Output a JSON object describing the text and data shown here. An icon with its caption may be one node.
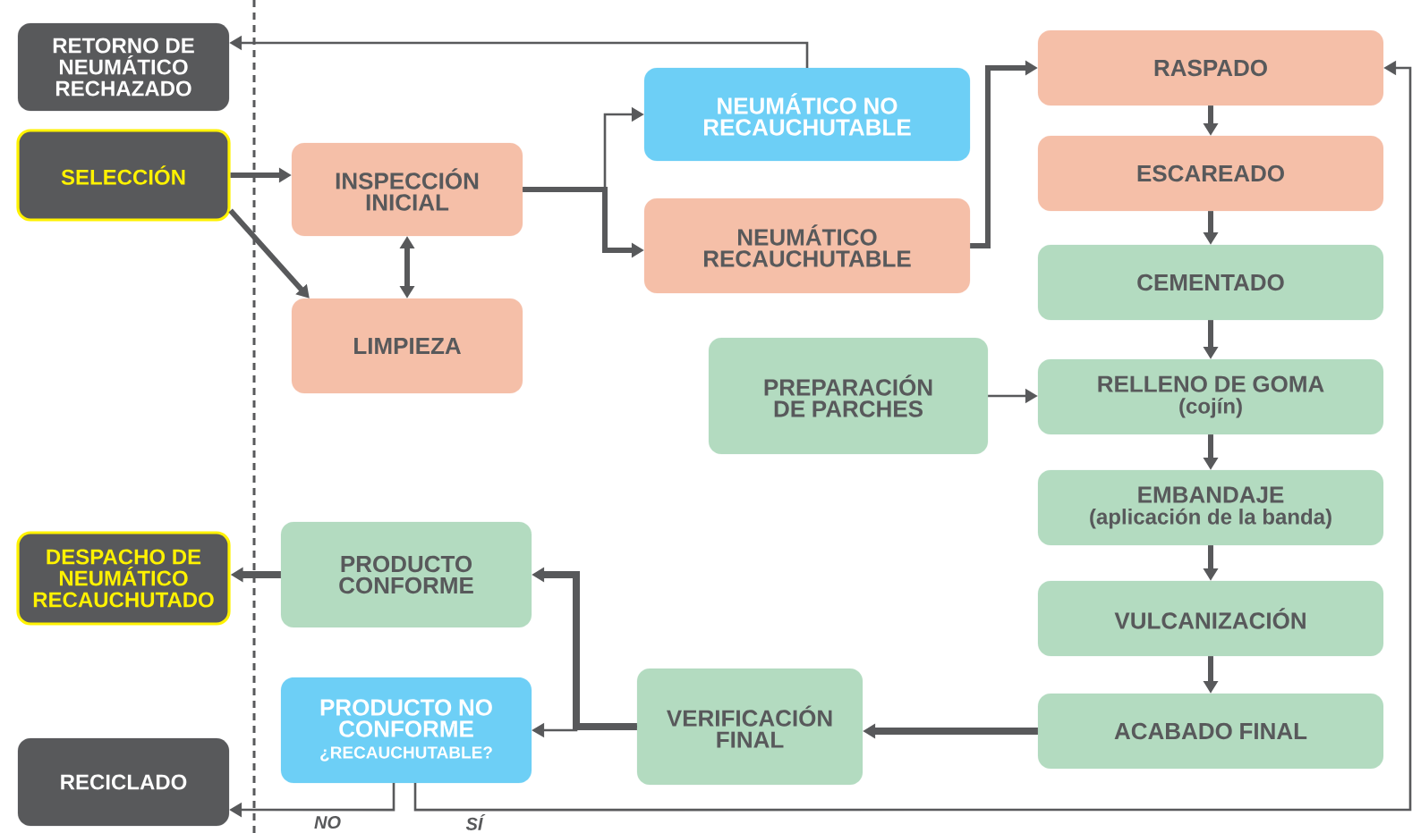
{
  "diagram": {
    "nodes": [
      {
        "text": [
          "RETORNO DE NEUMÁTICO RECHAZADO"
        ]
      },
      {
        "text": [
          "SELECCIÓN"
        ]
      },
      {
        "text": [
          "INSPECCIÓN INICIAL"
        ]
      },
      {
        "text": [
          "LIMPIEZA"
        ]
      },
      {
        "text": [
          "NEUMÁTICO NO RECAUCHUTABLE"
        ]
      },
      {
        "text": [
          "NEUMÁTICO RECAUCHUTABLE"
        ]
      },
      {
        "text": [
          "RASPADO"
        ]
      },
      {
        "text": [
          "ESCAREADO"
        ]
      },
      {
        "text": [
          "CEMENTADO"
        ]
      },
      {
        "text": [
          "PREPARACIÓN DE PARCHES"
        ]
      },
      {
        "text": [
          "RELLENO DE GOMA",
          "(cojín)"
        ]
      },
      {
        "text": [
          "EMBANDAJE",
          "(aplicación de la banda)"
        ]
      },
      {
        "text": [
          "VULCANIZACIÓN"
        ]
      },
      {
        "text": [
          "ACABADO FINAL"
        ]
      },
      {
        "text": [
          "VERIFICACIÓN FINAL"
        ]
      },
      {
        "text": [
          "PRODUCTO CONFORME"
        ]
      },
      {
        "text": [
          "PRODUCTO NO CONFORME",
          "¿RECAUCHUTABLE?"
        ]
      },
      {
        "text": [
          "DESPACHO DE NEUMÁTICO RECAUCHUTADO"
        ]
      },
      {
        "text": [
          "RECICLADO"
        ]
      }
    ],
    "edges": [
      {
        "from": 1,
        "to": 2,
        "arrow": "to"
      },
      {
        "from": 1,
        "to": 3,
        "arrow": "to"
      },
      {
        "from": 2,
        "to": 3,
        "arrow": "both"
      },
      {
        "from": 2,
        "to": 4,
        "arrow": "to"
      },
      {
        "from": 2,
        "to": 5,
        "arrow": "to"
      },
      {
        "from": 4,
        "to": 0,
        "arrow": "to"
      },
      {
        "from": 5,
        "to": 6,
        "arrow": "to"
      },
      {
        "from": 6,
        "to": 7,
        "arrow": "to"
      },
      {
        "from": 7,
        "to": 8,
        "arrow": "to"
      },
      {
        "from": 8,
        "to": 10,
        "arrow": "to"
      },
      {
        "from": 9,
        "to": 10,
        "arrow": "to"
      },
      {
        "from": 10,
        "to": 11,
        "arrow": "to"
      },
      {
        "from": 11,
        "to": 12,
        "arrow": "to"
      },
      {
        "from": 12,
        "to": 13,
        "arrow": "to"
      },
      {
        "from": 13,
        "to": 14,
        "arrow": "to"
      },
      {
        "from": 14,
        "to": 15,
        "arrow": "to"
      },
      {
        "from": 14,
        "to": 16,
        "arrow": "to"
      },
      {
        "from": 15,
        "to": 17,
        "arrow": "to"
      },
      {
        "from": 16,
        "to": 18,
        "arrow": "to",
        "label": "NO"
      },
      {
        "from": 16,
        "to": 6,
        "arrow": "to",
        "label": "SÍ"
      }
    ]
  }
}
